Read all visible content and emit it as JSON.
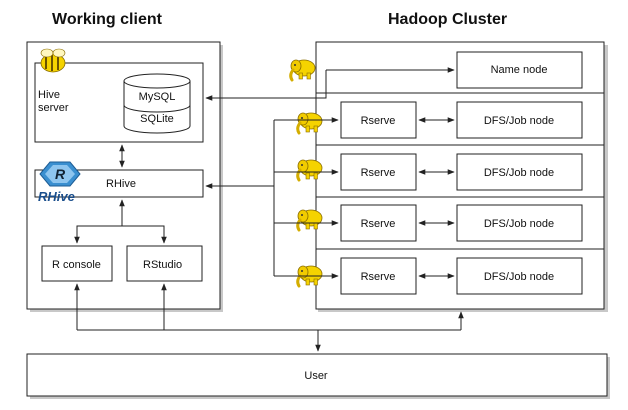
{
  "titles": {
    "client": "Working client",
    "cluster": "Hadoop Cluster"
  },
  "client": {
    "hive_server": "Hive\nserver",
    "mysql": "MySQL",
    "sqlite": "SQLite",
    "rhive": "RHive",
    "rhive_logo_text": "RHive",
    "rhive_logo_letter": "R",
    "r_console": "R console",
    "rstudio": "RStudio"
  },
  "cluster": {
    "name_node": "Name node",
    "rows": [
      {
        "rserve": "Rserve",
        "dfs": "DFS/Job node"
      },
      {
        "rserve": "Rserve",
        "dfs": "DFS/Job node"
      },
      {
        "rserve": "Rserve",
        "dfs": "DFS/Job node"
      },
      {
        "rserve": "Rserve",
        "dfs": "DFS/Job node"
      }
    ]
  },
  "user": "User",
  "icons": {
    "elephant": "hadoop-elephant-icon",
    "hive": "hive-bee-icon",
    "database": "database-cylinder-icon",
    "rhive_logo": "rhive-logo-icon",
    "elephant_color": "#f5d300",
    "rhive_logo_color": "#3a8fd0"
  }
}
